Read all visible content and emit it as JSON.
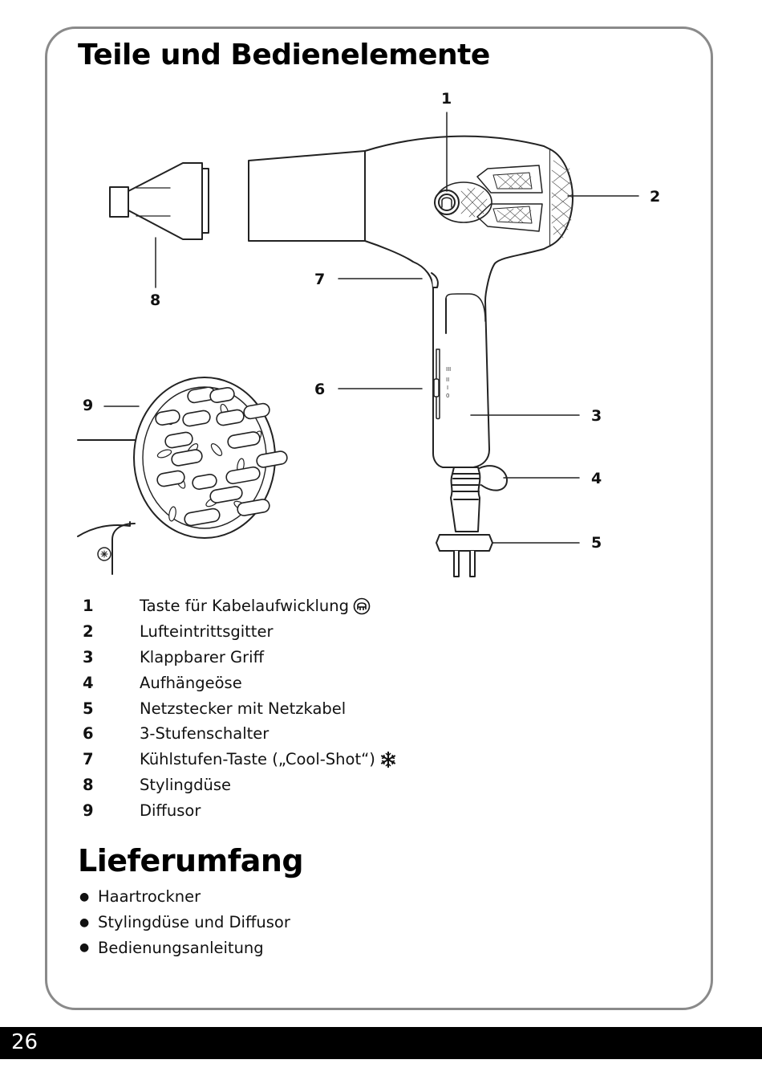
{
  "title": "Teile und Bedienelemente",
  "callouts": [
    "1",
    "2",
    "3",
    "4",
    "5",
    "6",
    "7",
    "8",
    "9"
  ],
  "parts": [
    {
      "num": "1",
      "label": "Taste für Kabelaufwicklung",
      "icon": "cord-rewind-icon"
    },
    {
      "num": "2",
      "label": "Lufteintrittsgitter"
    },
    {
      "num": "3",
      "label": "Klappbarer Griff"
    },
    {
      "num": "4",
      "label": "Aufhängeöse"
    },
    {
      "num": "5",
      "label": "Netzstecker mit Netzkabel"
    },
    {
      "num": "6",
      "label": "3-Stufenschalter"
    },
    {
      "num": "7",
      "label": "Kühlstufen-Taste („Cool-Shot“)",
      "icon": "snowflake-icon"
    },
    {
      "num": "8",
      "label": "Stylingdüse"
    },
    {
      "num": "9",
      "label": "Diffusor"
    }
  ],
  "scope_title": "Lieferumfang",
  "scope_items": [
    "Haartrockner",
    "Stylingdüse und Diffusor",
    "Bedienungsanleitung"
  ],
  "page_number": "26"
}
